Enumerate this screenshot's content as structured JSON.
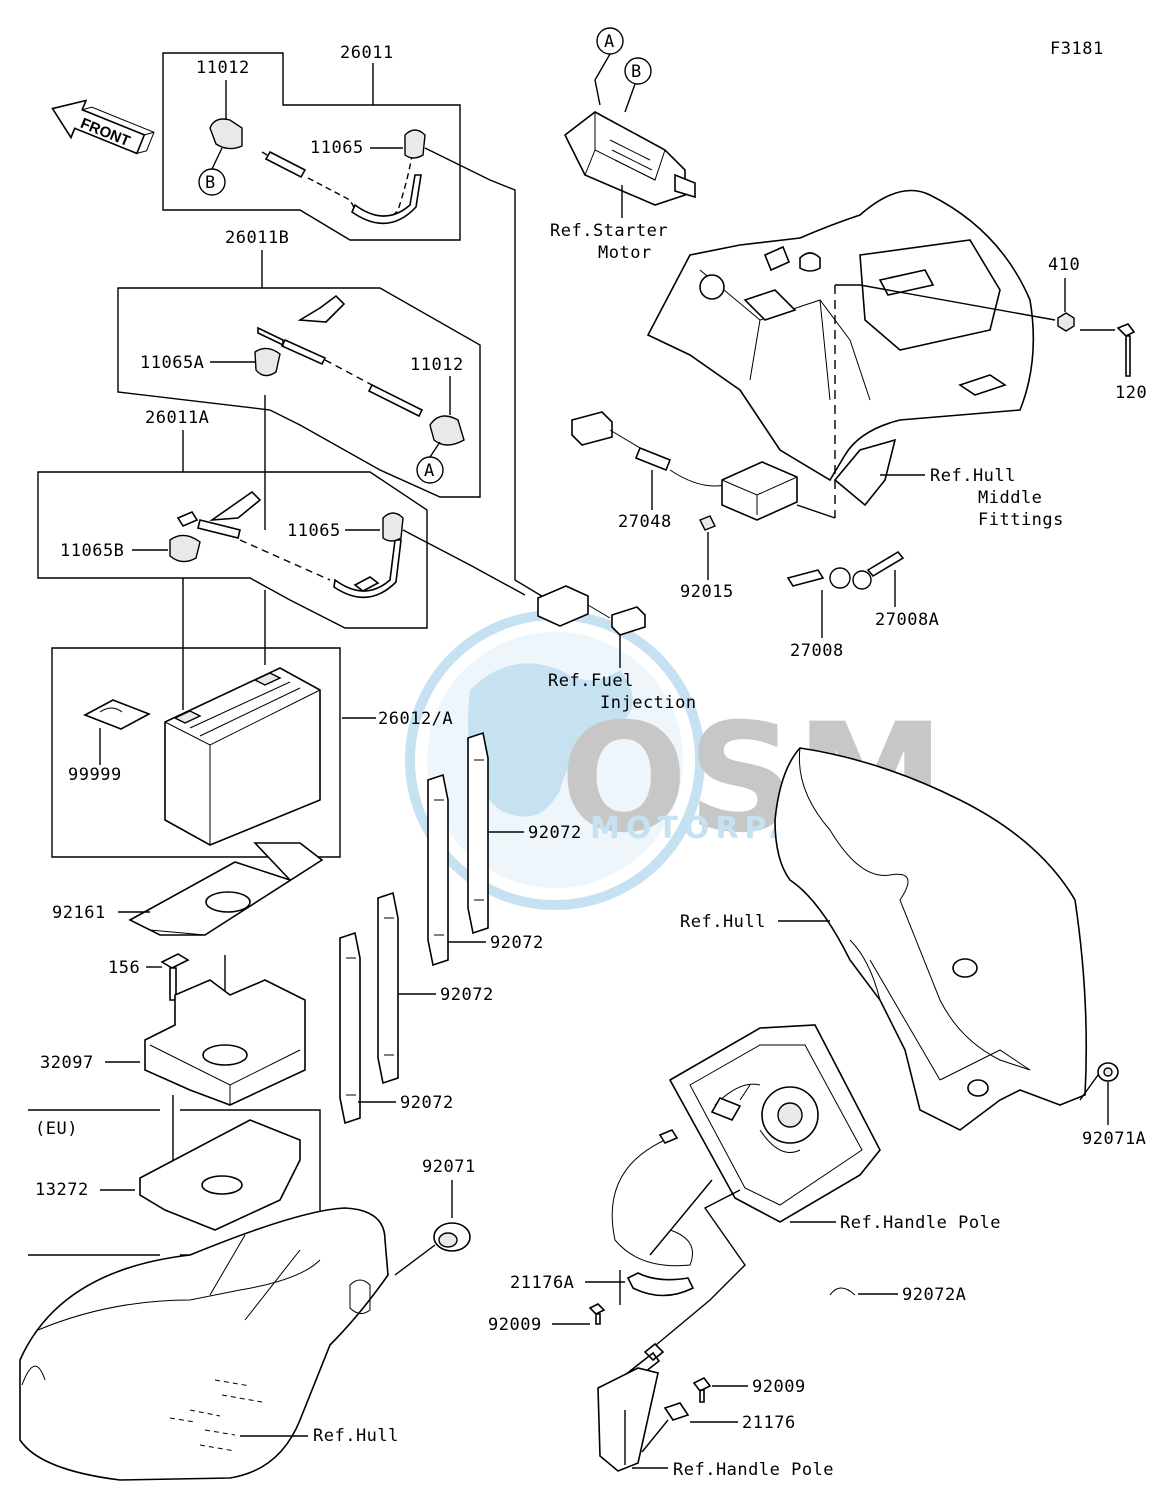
{
  "figure_code": "F3181",
  "front_arrow": "FRONT",
  "watermark": {
    "brand": "OSM",
    "subtitle": "MOTORPARTS",
    "color": "#4da3d9"
  },
  "group_labels": {
    "eu": "(EU)"
  },
  "callouts": {
    "A": "A",
    "B": "B"
  },
  "parts": {
    "p26011": "26011",
    "p11012_top": "11012",
    "p11065_top": "11065",
    "p26011B": "26011B",
    "p11065A": "11065A",
    "p11012_mid": "11012",
    "p26011A": "26011A",
    "p11065_mid": "11065",
    "p11065B": "11065B",
    "p26012A": "26012/A",
    "p99999": "99999",
    "p92161": "92161",
    "p156": "156",
    "p32097": "32097",
    "p13272": "13272",
    "p92071": "92071",
    "p92072_a": "92072",
    "p92072_b": "92072",
    "p92072_c": "92072",
    "p92072_d": "92072",
    "p27048": "27048",
    "p92015": "92015",
    "p27008": "27008",
    "p27008A": "27008A",
    "p410": "410",
    "p120": "120",
    "p92071A": "92071A",
    "p21176A": "21176A",
    "p92009_a": "92009",
    "p92009_b": "92009",
    "p21176": "21176",
    "p92072A": "92072A"
  },
  "refs": {
    "starter_1": "Ref.Starter",
    "starter_2": "Motor",
    "hull_mid_1": "Ref.Hull",
    "hull_mid_2": "Middle",
    "hull_mid_3": "Fittings",
    "fuel_1": "Ref.Fuel",
    "fuel_2": "Injection",
    "hull_right": "Ref.Hull",
    "handle_pole_1": "Ref.Handle Pole",
    "handle_pole_2": "Ref.Handle Pole",
    "hull_bottom": "Ref.Hull"
  }
}
